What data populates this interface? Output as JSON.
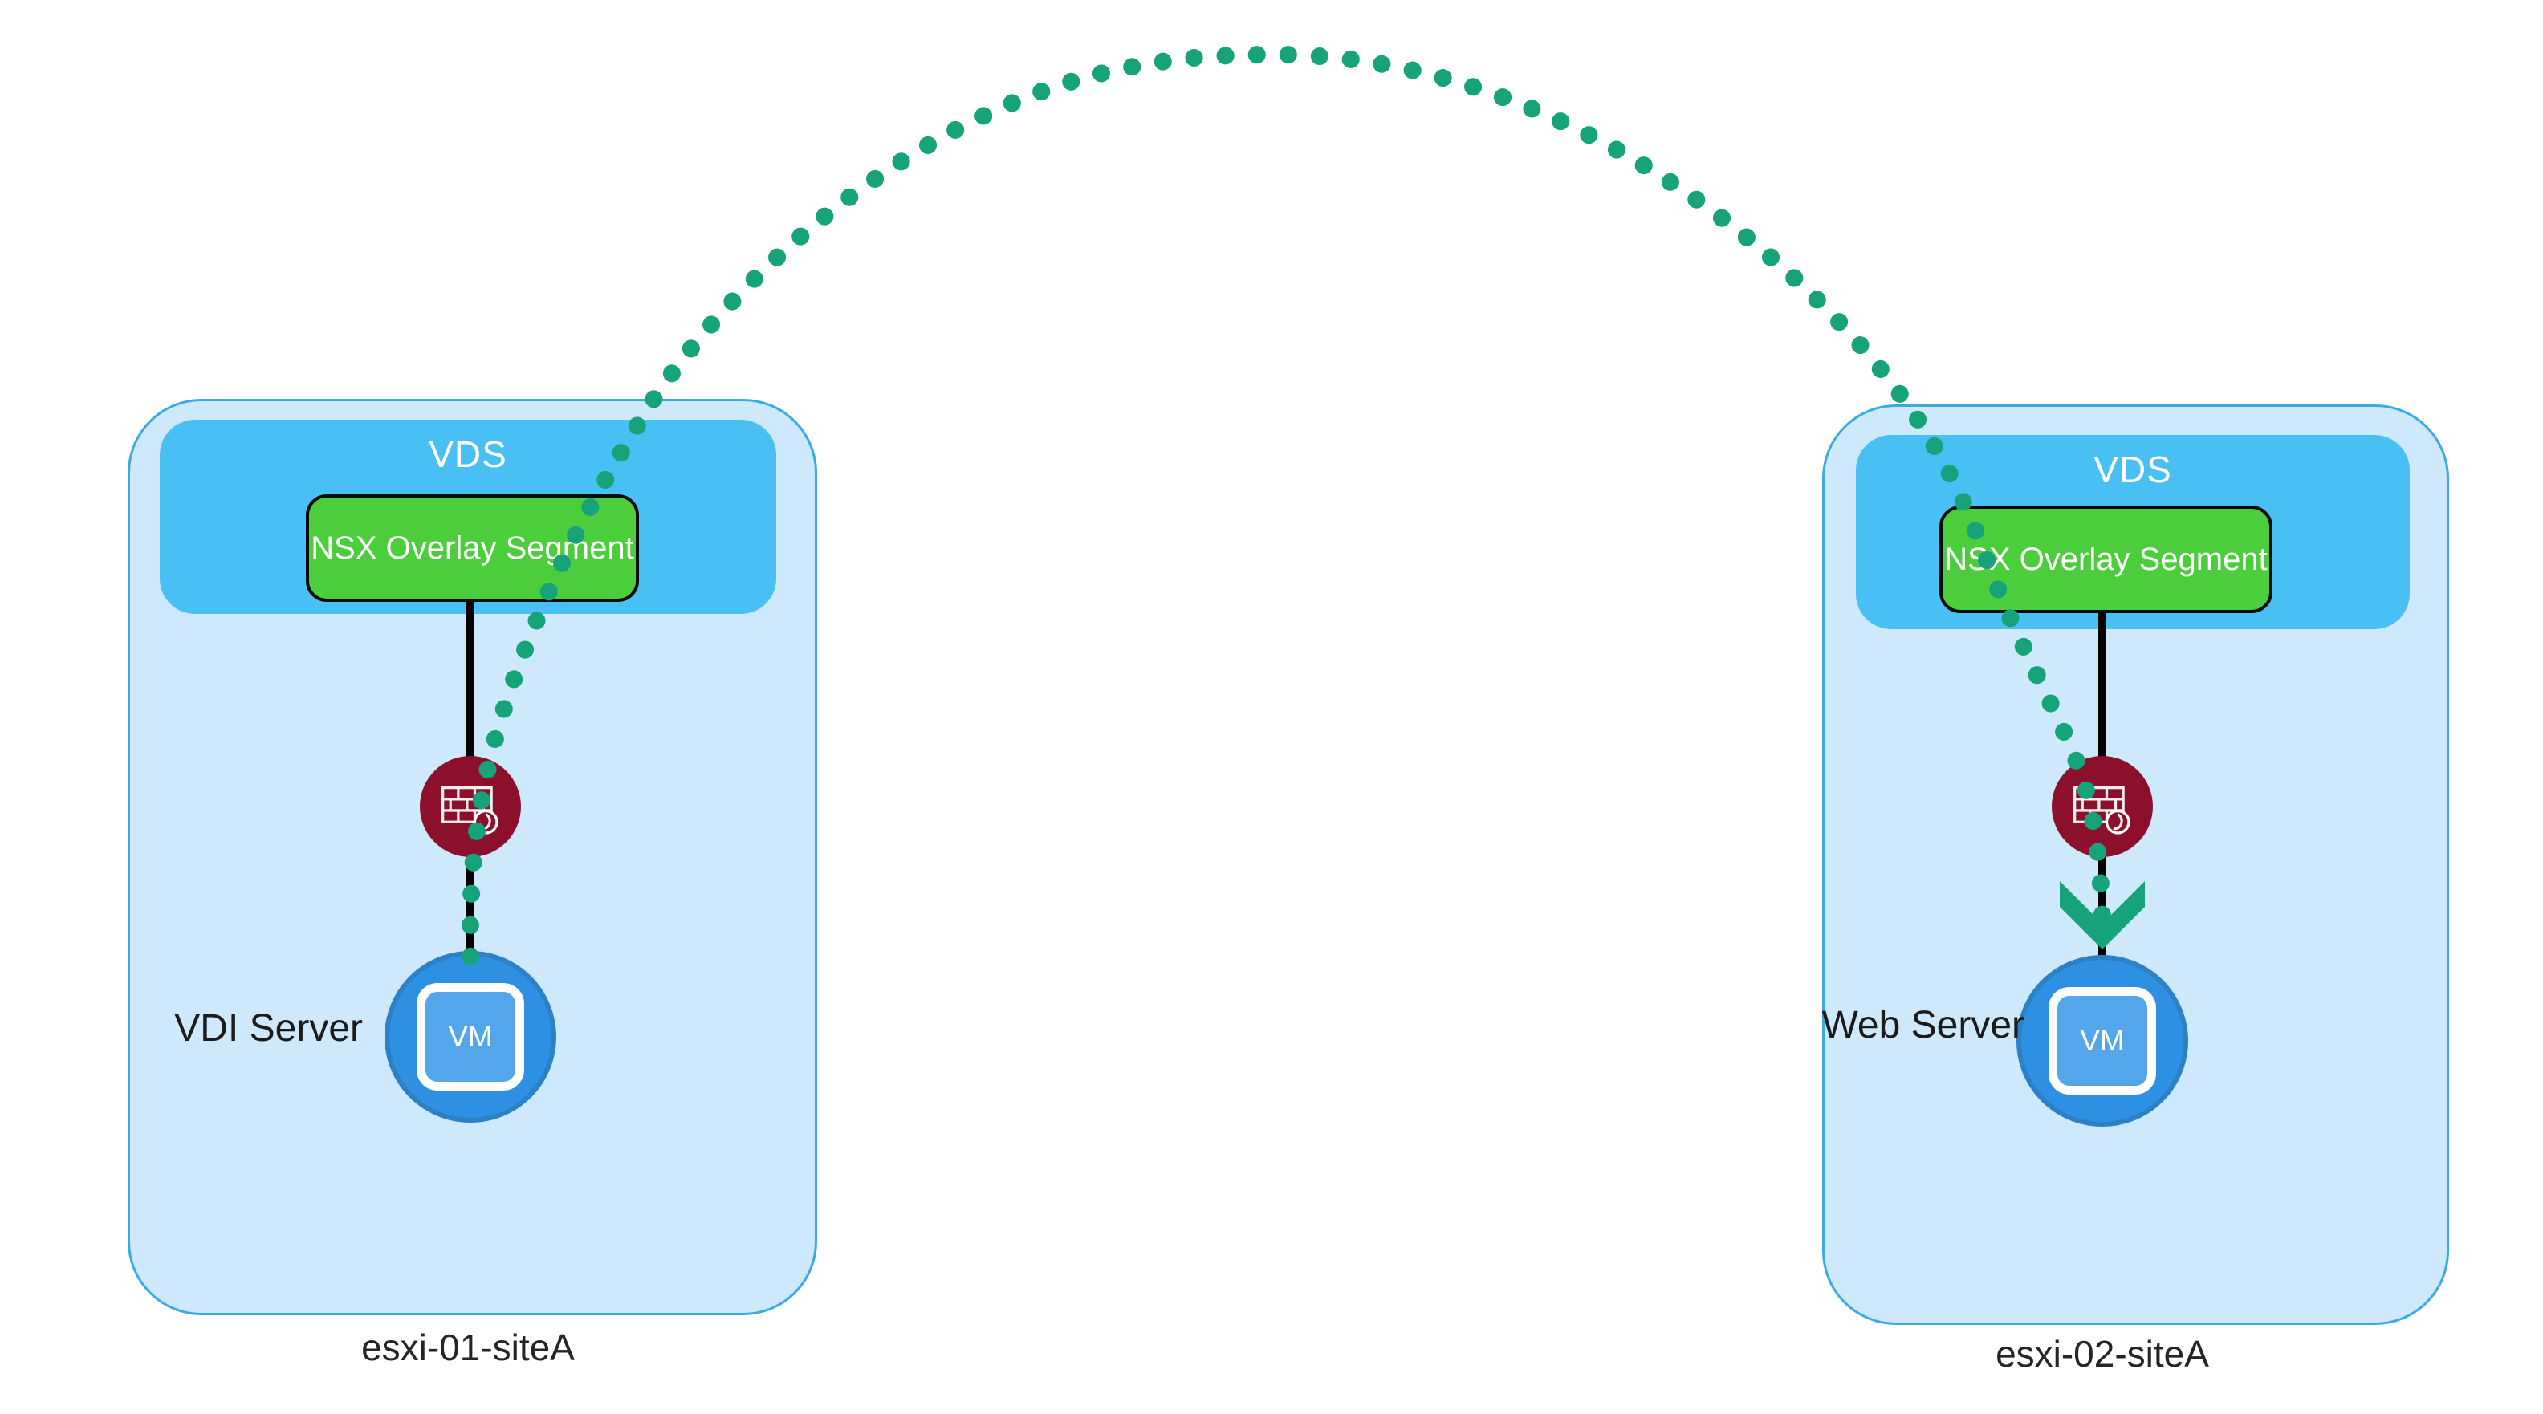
{
  "hosts": [
    {
      "name": "esxi-01-siteA",
      "vds_label": "VDS",
      "segment_label": "NSX Overlay Segment",
      "vm_text": "VM",
      "server_name": "VDI Server"
    },
    {
      "name": "esxi-02-siteA",
      "vds_label": "VDS",
      "segment_label": "NSX Overlay Segment",
      "vm_text": "VM",
      "server_name": "Web Server"
    }
  ],
  "connection": {
    "type": "dotted-arc",
    "from": "VDI Server (esxi-01-siteA)",
    "to": "Web Server (esxi-02-siteA)",
    "color": "#16a379"
  },
  "colors": {
    "host_fill": "#cde9fb",
    "host_border": "#38abe3",
    "vds_band": "#49c0f3",
    "segment_green": "#4ccd3c",
    "firewall_red": "#8c0f2c",
    "vm_blue": "#2e90e2",
    "vm_square_blue": "#54a6ea",
    "arc_teal": "#16a379"
  }
}
